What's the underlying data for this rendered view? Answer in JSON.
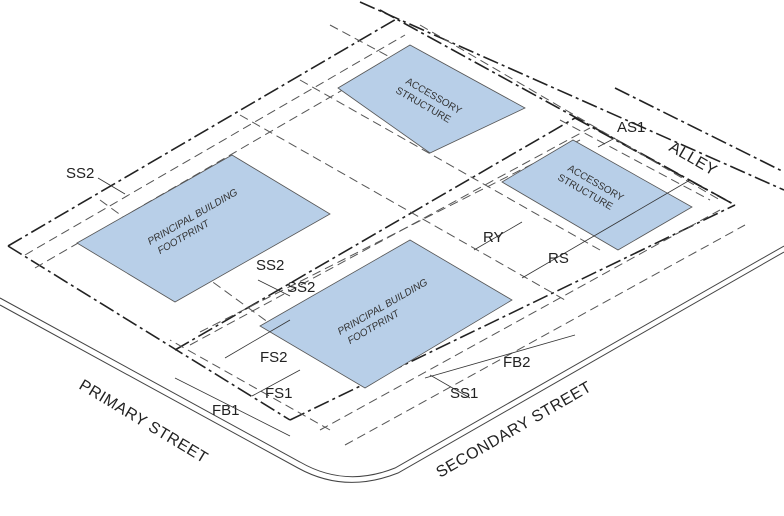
{
  "streets": {
    "primary": "PRIMARY STREET",
    "secondary": "SECONDARY STREET",
    "alley": "ALLEY"
  },
  "buildings": {
    "principal_1": {
      "line1": "PRINCIPAL BUILDING",
      "line2": "FOOTPRINT"
    },
    "principal_2": {
      "line1": "PRINCIPAL BUILDING",
      "line2": "FOOTPRINT"
    },
    "accessory_1": {
      "line1": "ACCESSORY",
      "line2": "STRUCTURE"
    },
    "accessory_2": {
      "line1": "ACCESSORY",
      "line2": "STRUCTURE"
    }
  },
  "dimensions": {
    "ss2_a": "SS2",
    "ss2_b": "SS2",
    "ss2_c": "SS2",
    "as1": "AS1",
    "ry": "RY",
    "rs": "RS",
    "fs2": "FS2",
    "fs1": "FS1",
    "fb1": "FB1",
    "fb2": "FB2",
    "ss1": "SS1"
  },
  "colors": {
    "building_fill": "#b8cfe8",
    "line": "#222222"
  }
}
